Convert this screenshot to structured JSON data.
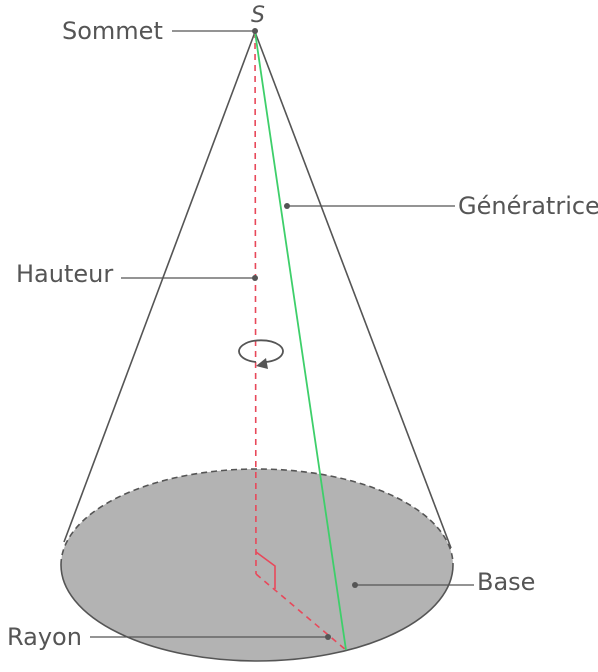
{
  "diagram": {
    "apex_letter": "S",
    "labels": {
      "sommet": "Sommet",
      "generatrice": "Génératrice",
      "hauteur": "Hauteur",
      "base": "Base",
      "rayon": "Rayon"
    },
    "colors": {
      "outline": "#555555",
      "base_fill": "#b3b3b3",
      "height_radius": "#e8485a",
      "generatrix": "#3ecf6a",
      "leader": "#555555"
    }
  }
}
